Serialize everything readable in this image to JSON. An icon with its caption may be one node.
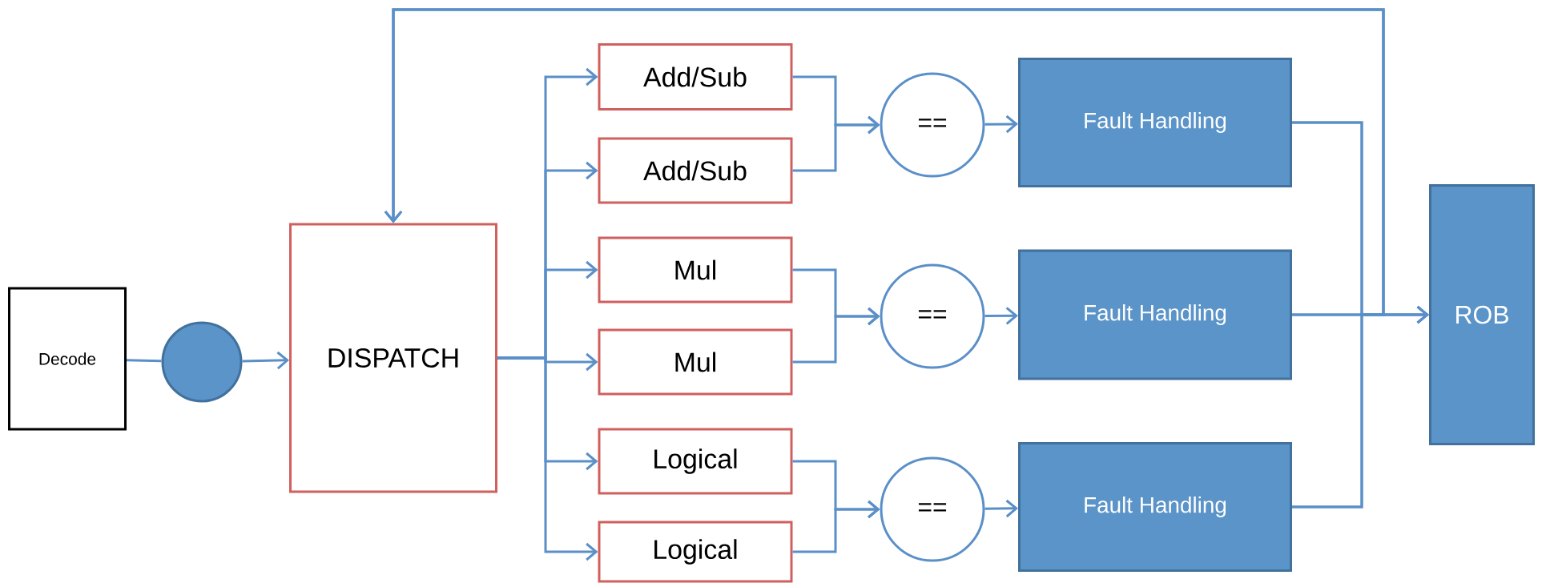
{
  "diagram": {
    "nodes": [
      {
        "text": [
          "Decode"
        ]
      },
      {
        "text": [],
        "shape": "circle"
      },
      {
        "text": [
          "DISPATCH"
        ]
      },
      {
        "text": [
          "Add/Sub"
        ]
      },
      {
        "text": [
          "Add/Sub"
        ]
      },
      {
        "text": [
          "Mul"
        ]
      },
      {
        "text": [
          "Mul"
        ]
      },
      {
        "text": [
          "Logical"
        ]
      },
      {
        "text": [
          "Logical"
        ]
      },
      {
        "text": [
          "=="
        ]
      },
      {
        "text": [
          "=="
        ]
      },
      {
        "text": [
          "=="
        ]
      },
      {
        "text": [
          "Fault Handling"
        ]
      },
      {
        "text": [
          "Fault Handling"
        ]
      },
      {
        "text": [
          "Fault Handling"
        ]
      },
      {
        "text": [
          "ROB"
        ]
      }
    ],
    "edges": [
      {
        "from": 0,
        "to": 1,
        "arrow": "none"
      },
      {
        "from": 1,
        "to": 2,
        "arrow": "to"
      },
      {
        "from": 2,
        "to": 3,
        "arrow": "to"
      },
      {
        "from": 2,
        "to": 4,
        "arrow": "to"
      },
      {
        "from": 2,
        "to": 5,
        "arrow": "to"
      },
      {
        "from": 2,
        "to": 6,
        "arrow": "to"
      },
      {
        "from": 2,
        "to": 7,
        "arrow": "to"
      },
      {
        "from": 2,
        "to": 8,
        "arrow": "to"
      },
      {
        "from": 3,
        "to": 9,
        "arrow": "to"
      },
      {
        "from": 4,
        "to": 9,
        "arrow": "to"
      },
      {
        "from": 5,
        "to": 10,
        "arrow": "to"
      },
      {
        "from": 6,
        "to": 10,
        "arrow": "to"
      },
      {
        "from": 7,
        "to": 11,
        "arrow": "to"
      },
      {
        "from": 8,
        "to": 11,
        "arrow": "to"
      },
      {
        "from": 9,
        "to": 12,
        "arrow": "to"
      },
      {
        "from": 10,
        "to": 13,
        "arrow": "to"
      },
      {
        "from": 11,
        "to": 14,
        "arrow": "to"
      },
      {
        "from": 12,
        "to": 15,
        "arrow": "to"
      },
      {
        "from": 13,
        "to": 15,
        "arrow": "to"
      },
      {
        "from": 14,
        "to": 15,
        "arrow": "to"
      },
      {
        "from": 12,
        "to": 2,
        "arrow": "to"
      },
      {
        "from": 13,
        "to": 2,
        "arrow": "to"
      },
      {
        "from": 14,
        "to": 2,
        "arrow": "to"
      }
    ]
  }
}
